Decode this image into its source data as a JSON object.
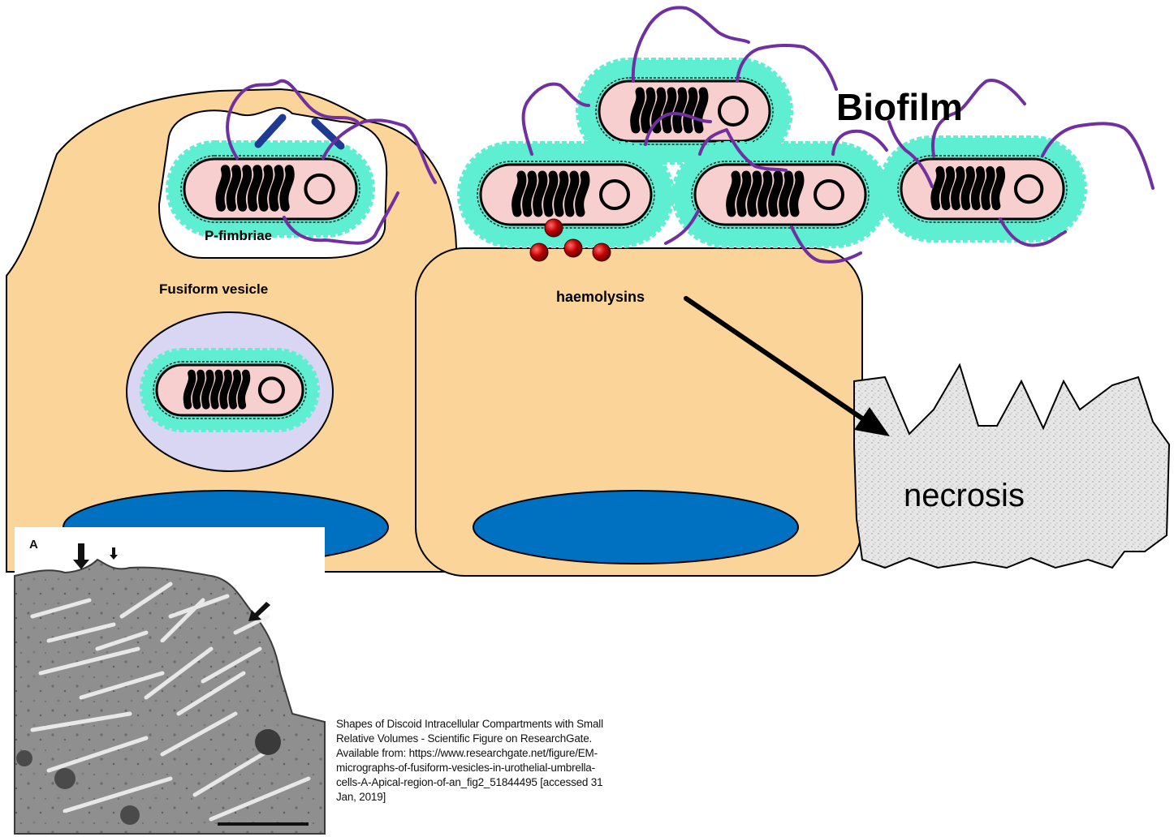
{
  "labels": {
    "biofilm": "Biofilm",
    "p_fimbriae": "P-fimbriae",
    "fusiform_vesicle": "Fusiform vesicle",
    "haemolysins": "haemolysins",
    "necrosis": "necrosis"
  },
  "micrograph": {
    "panel_letter": "A"
  },
  "caption": {
    "text": "Shapes of Discoid Intracellular Compartments with Small Relative Volumes - Scientific Figure on ResearchGate. Available from: https://www.researchgate.net/figure/EM-micrographs-of-fusiform-vesicles-in-urothelial-umbrella-cells-A-Apical-region-of-an_fig2_51844495 [accessed 31 Jan, 2019]"
  },
  "colors": {
    "cell": "#FBD49A",
    "nucleus": "#0070C0",
    "bacterium": "#F8CFCF",
    "capsule": "#5EEED2",
    "vesicle": "#D8D6F2",
    "flagella": "#7030A0",
    "fimbriae": "#1F3A93",
    "haemolysin": "#C00000",
    "necrosis": "#E4E4E4"
  }
}
